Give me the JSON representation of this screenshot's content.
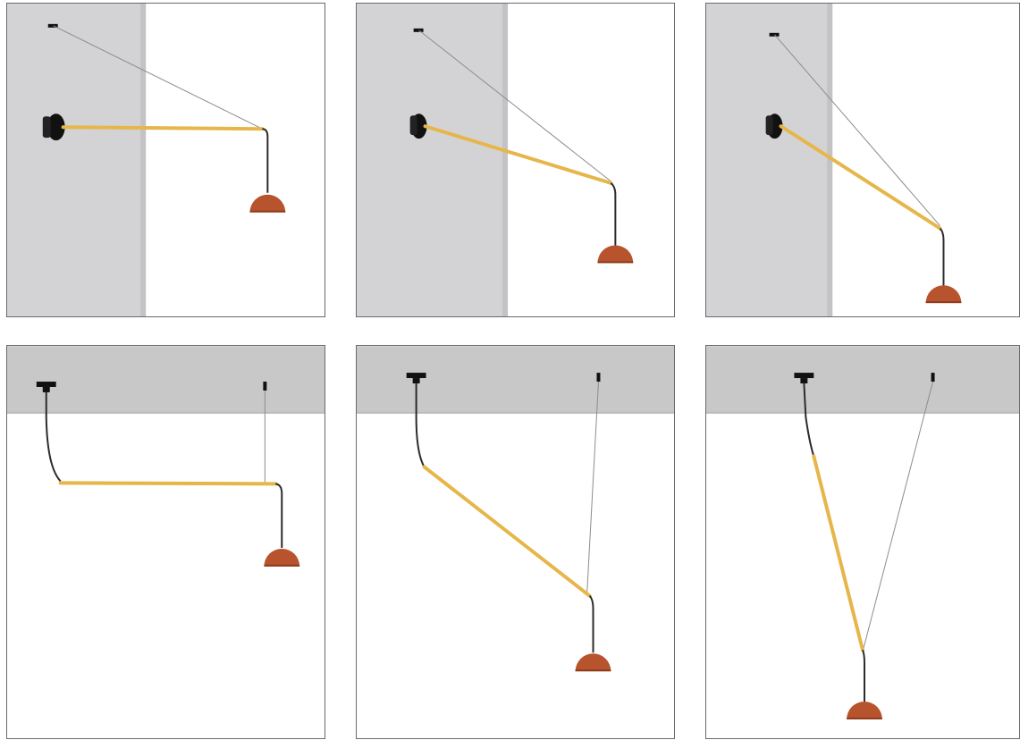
{
  "colors": {
    "wall": "#d3d3d5",
    "wall_shadow": "#c3c3c6",
    "ceiling": "#c9c8c9",
    "ceiling_edge": "#bdbcbd",
    "arm": "#e6b64a",
    "arm_highlight": "#f3d58a",
    "cable": "#2b2b2b",
    "tension_wire": "#8c8c8c",
    "fixture": "#111111",
    "shade": "#b7542d",
    "shade_dark": "#8e3c1d",
    "panel_border": "#6a6a6a"
  },
  "rows": [
    {
      "mount": "wall",
      "panels": [
        "wall-horizontal",
        "wall-mid-angle",
        "wall-steep-angle"
      ]
    },
    {
      "mount": "ceiling",
      "panels": [
        "ceiling-horizontal",
        "ceiling-mid-angle",
        "ceiling-steep-angle"
      ]
    }
  ]
}
